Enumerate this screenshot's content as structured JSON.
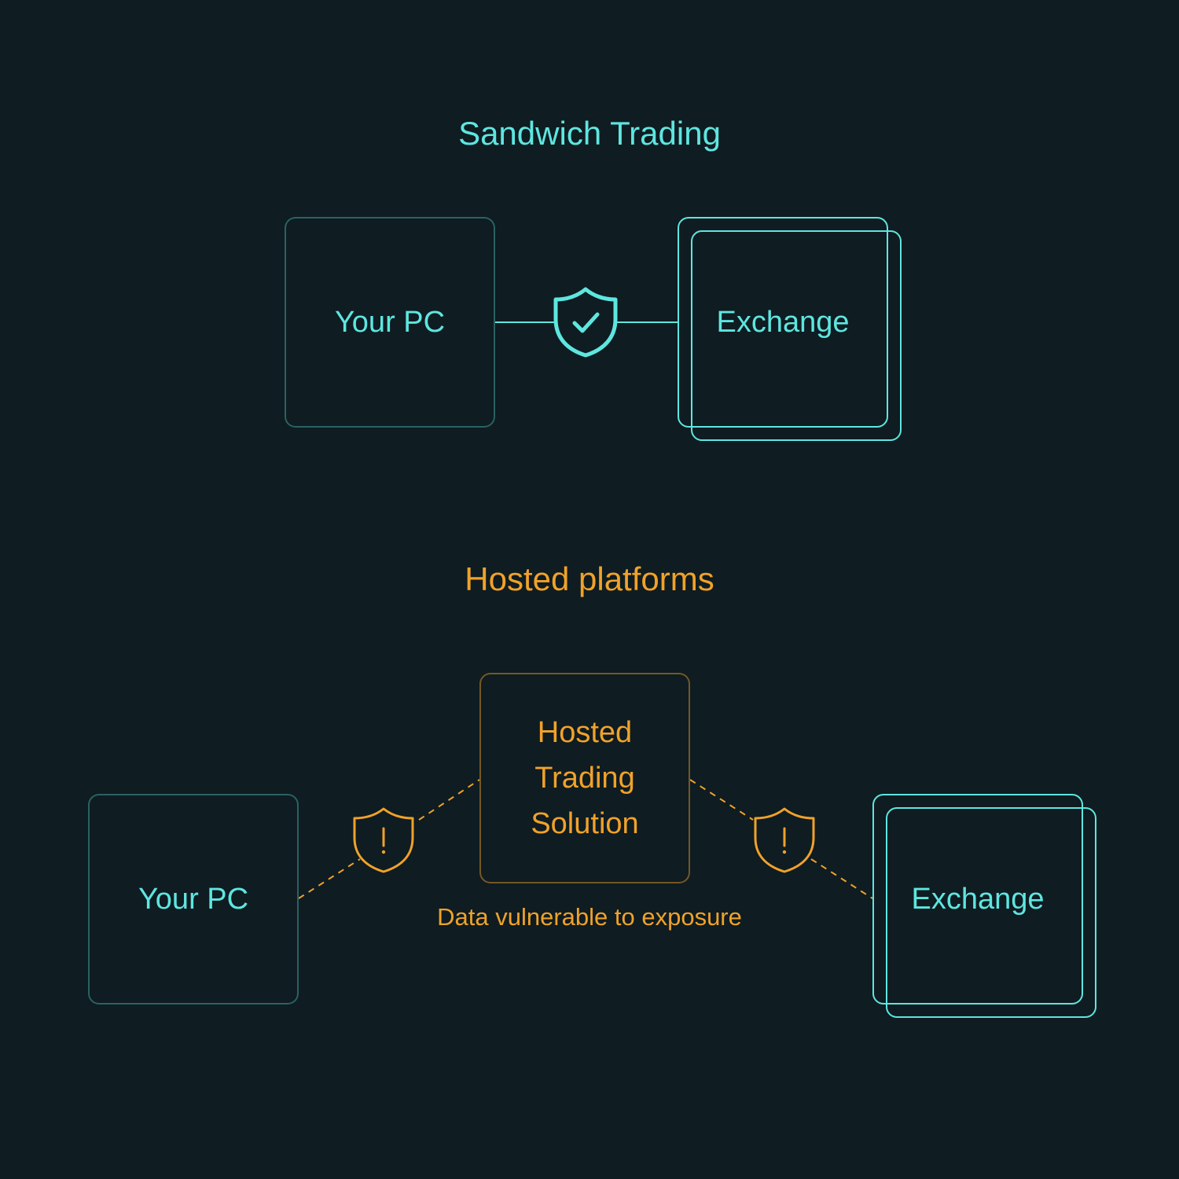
{
  "colors": {
    "background": "#0f1c21",
    "secure": "#5ee6e0",
    "warning": "#f0a22a"
  },
  "sandwich": {
    "title": "Sandwich Trading",
    "pc_label": "Your PC",
    "exchange_label": "Exchange",
    "connection_icon": "shield-check-icon"
  },
  "hosted": {
    "title": "Hosted platforms",
    "pc_label": "Your PC",
    "solution_lines": [
      "Hosted",
      "Trading",
      "Solution"
    ],
    "exchange_label": "Exchange",
    "caption": "Data vulnerable to exposure",
    "connection_icon": "shield-warning-icon"
  }
}
